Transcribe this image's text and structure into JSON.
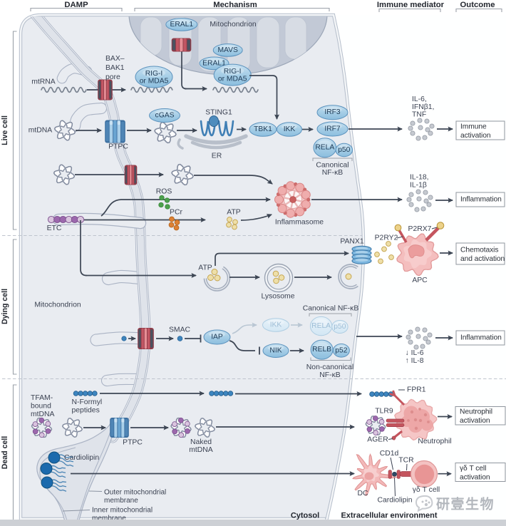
{
  "header": {
    "damp": "DAMP",
    "mechanism": "Mechanism",
    "immune_mediator": "Immune mediator",
    "outcome": "Outcome"
  },
  "sections": {
    "live": "Live cell",
    "dying": "Dying cell",
    "dead": "Dead cell"
  },
  "compartments": {
    "mito_top": "Mitochondrion",
    "mito_left": "Mitochondrion",
    "er": "ER",
    "cytosol": "Cytosol",
    "extracellular": "Extracellular environment",
    "outer_membrane": [
      "Outer mitochondrial",
      "membrane"
    ],
    "inner_membrane": [
      "Inner mitochondrial",
      "membrane"
    ],
    "lysosome": "Lysosome",
    "inflammasome": "Inflammasome"
  },
  "damps": {
    "mtrna": "mtRNA",
    "mtdna": "mtDNA",
    "ros": "ROS",
    "pcr": "PCr",
    "atp": "ATP",
    "atp2": "ATP",
    "etc": "ETC",
    "smac": "SMAC",
    "tfam": [
      "TFAM-",
      "bound",
      "mtDNA"
    ],
    "nformyl": [
      "N-Formyl",
      "peptides"
    ],
    "naked": [
      "Naked",
      "mtDNA"
    ],
    "cardiolipin": "Cardiolipin",
    "cardiolipin2": "Cardiolipin"
  },
  "channels": {
    "bax": [
      "BAX–",
      "BAK1",
      "pore"
    ],
    "ptpc1": "PTPC",
    "ptpc2": "PTPC",
    "panx1": "PANX1"
  },
  "proteins": {
    "eral1_top": "ERAL1",
    "eral1": "ERAL1",
    "mavs": "MAVS",
    "rigi1": [
      "RIG-I",
      "or MDA5"
    ],
    "rigi2": [
      "RIG-I",
      "or MDA5"
    ],
    "cgas": "cGAS",
    "sting1": "STING1",
    "tbk1": "TBK1",
    "ikk": "IKK",
    "irf3": "IRF3",
    "irf7": "IRF7",
    "rela": "RELA",
    "p50": "p50",
    "ikk_nc": "IKK",
    "rela_nc": "RELA",
    "p50_nc": "p50",
    "nik": "NIK",
    "relb": "RELB",
    "p52": "p52",
    "iap": "IAP",
    "canonical1": [
      "Canonical",
      "NF-κB"
    ],
    "canonical2": "Canonical NF-κB",
    "noncanonical": [
      "Non-canonical",
      "NF-κB"
    ]
  },
  "receptors": {
    "p2ry2": "P2RY2",
    "p2rx7": "P2RX7",
    "fpr1": "FPR1",
    "tlr9": "TLR9",
    "ager": "AGER",
    "cd1d": "CD1d",
    "tcr": "TCR"
  },
  "cells": {
    "apc": "APC",
    "neutrophil": "Neutrophil",
    "dc": "DC",
    "gdt": "γδ T cell"
  },
  "mediators": {
    "m1": [
      "IL-6,",
      "IFNβ1,",
      "TNF"
    ],
    "m2": [
      "IL-18,",
      "IL-1β"
    ],
    "m3": [
      "↓ IL-6",
      "↑ IL-8"
    ]
  },
  "outcomes": {
    "immune": [
      "Immune",
      "activation"
    ],
    "inflammation1": "Inflammation",
    "chemotaxis": [
      "Chemotaxis",
      "and activation"
    ],
    "inflammation2": "Inflammation",
    "neutrophil": [
      "Neutrophil",
      "activation"
    ],
    "gdt": [
      "γδ T cell",
      "activation"
    ]
  },
  "watermark": {
    "text": "研壹生物"
  }
}
